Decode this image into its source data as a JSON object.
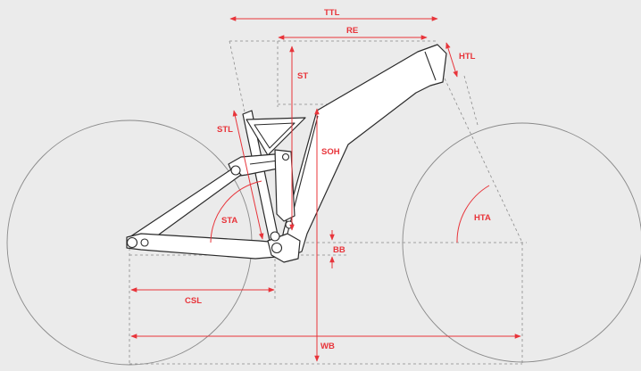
{
  "colors": {
    "background": "#ebebeb",
    "accent": "#e8343a",
    "frame_stroke": "#2a2a2a",
    "guide": "#8a8a8a"
  },
  "labels": {
    "ttl": "TTL",
    "re": "RE",
    "htl": "HTL",
    "st": "ST",
    "stl": "STL",
    "soh": "SOH",
    "sta": "STA",
    "hta": "HTA",
    "bb": "BB",
    "csl": "CSL",
    "wb": "WB"
  }
}
